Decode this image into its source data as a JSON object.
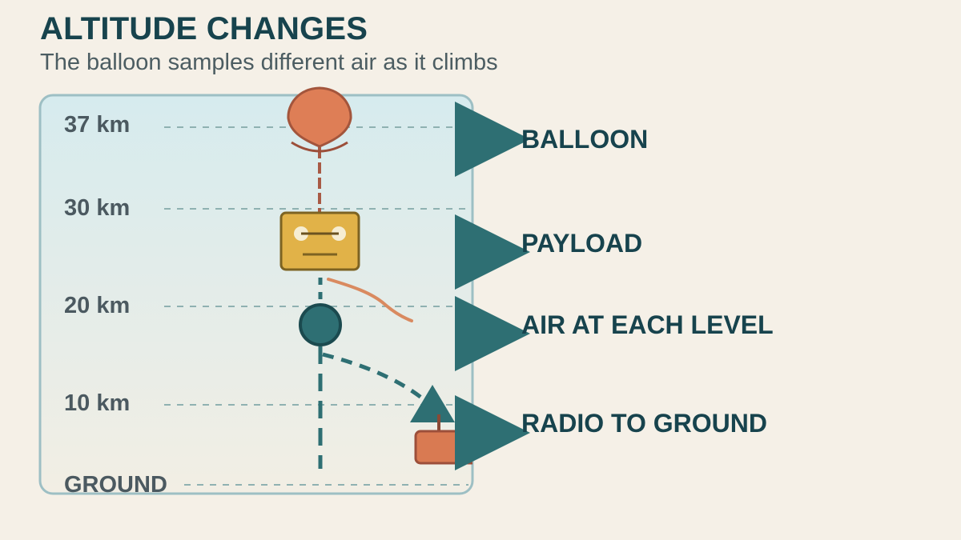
{
  "header": {
    "title": "ALTITUDE CHANGES",
    "subtitle": "The balloon samples different air as it climbs"
  },
  "altitude_levels": [
    {
      "label": "37 km"
    },
    {
      "label": "30 km"
    },
    {
      "label": "20 km"
    },
    {
      "label": "10 km"
    },
    {
      "label": "GROUND"
    }
  ],
  "callouts": [
    {
      "label": "BALLOON"
    },
    {
      "label": "PAYLOAD"
    },
    {
      "label": "AIR AT EACH LEVEL"
    },
    {
      "label": "RADIO TO GROUND"
    }
  ],
  "colors": {
    "background": "#f5f0e7",
    "heading": "#17434d",
    "panel_border": "#9dbfc4",
    "sky_top": "#d6ebee",
    "balloon": "#de7e56",
    "payload": "#e1b248",
    "teal": "#2e6f73",
    "radio": "#d97a52"
  }
}
